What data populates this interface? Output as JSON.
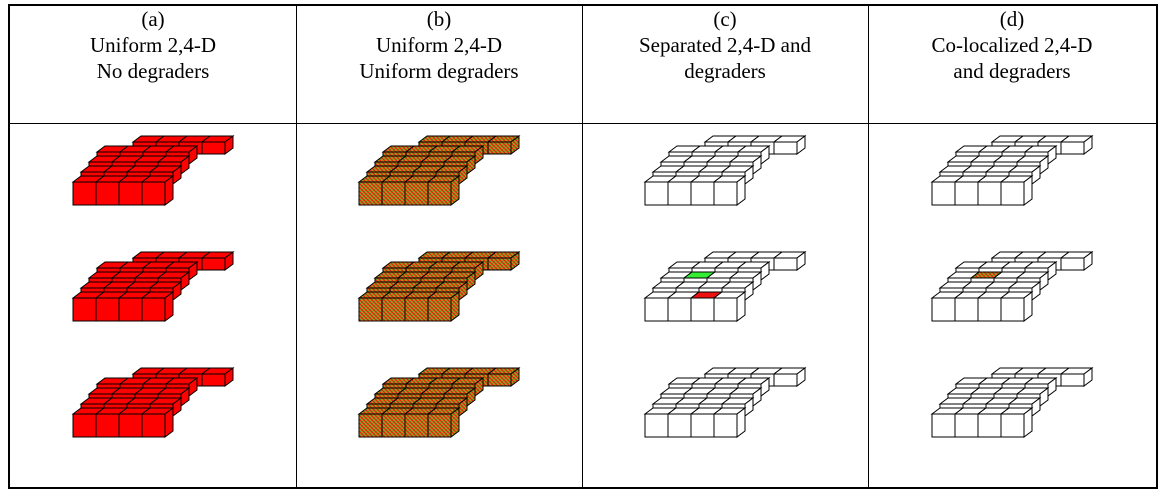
{
  "columns": [
    {
      "label": "(a)",
      "line1": "Uniform 2,4-D",
      "line2": "No degraders",
      "fill": "red",
      "stacks": [
        [],
        [],
        []
      ]
    },
    {
      "label": "(b)",
      "line1": "Uniform 2,4-D",
      "line2": "Uniform degraders",
      "fill": "hatched",
      "stacks": [
        [],
        [],
        []
      ]
    },
    {
      "label": "(c)",
      "line1": "Separated 2,4-D and",
      "line2": "degraders",
      "fill": "white",
      "stacks": [
        [],
        [
          {
            "row": 2,
            "col": 1,
            "color": "#33ee33"
          },
          {
            "row": 4,
            "col": 2,
            "color": "#ee1111"
          }
        ],
        []
      ]
    },
    {
      "label": "(d)",
      "line1": "Co-localized 2,4-D",
      "line2": "and degraders",
      "fill": "white",
      "stacks": [
        [],
        [
          {
            "row": 2,
            "col": 1,
            "color": "hatched"
          }
        ],
        []
      ]
    }
  ],
  "colors": {
    "red": "#ff0000",
    "white": "#ffffff",
    "hatch_base": "#d98a1a",
    "hatch_red": "#e02010",
    "hatch_green": "#3a8a20",
    "green": "#33ee33"
  }
}
